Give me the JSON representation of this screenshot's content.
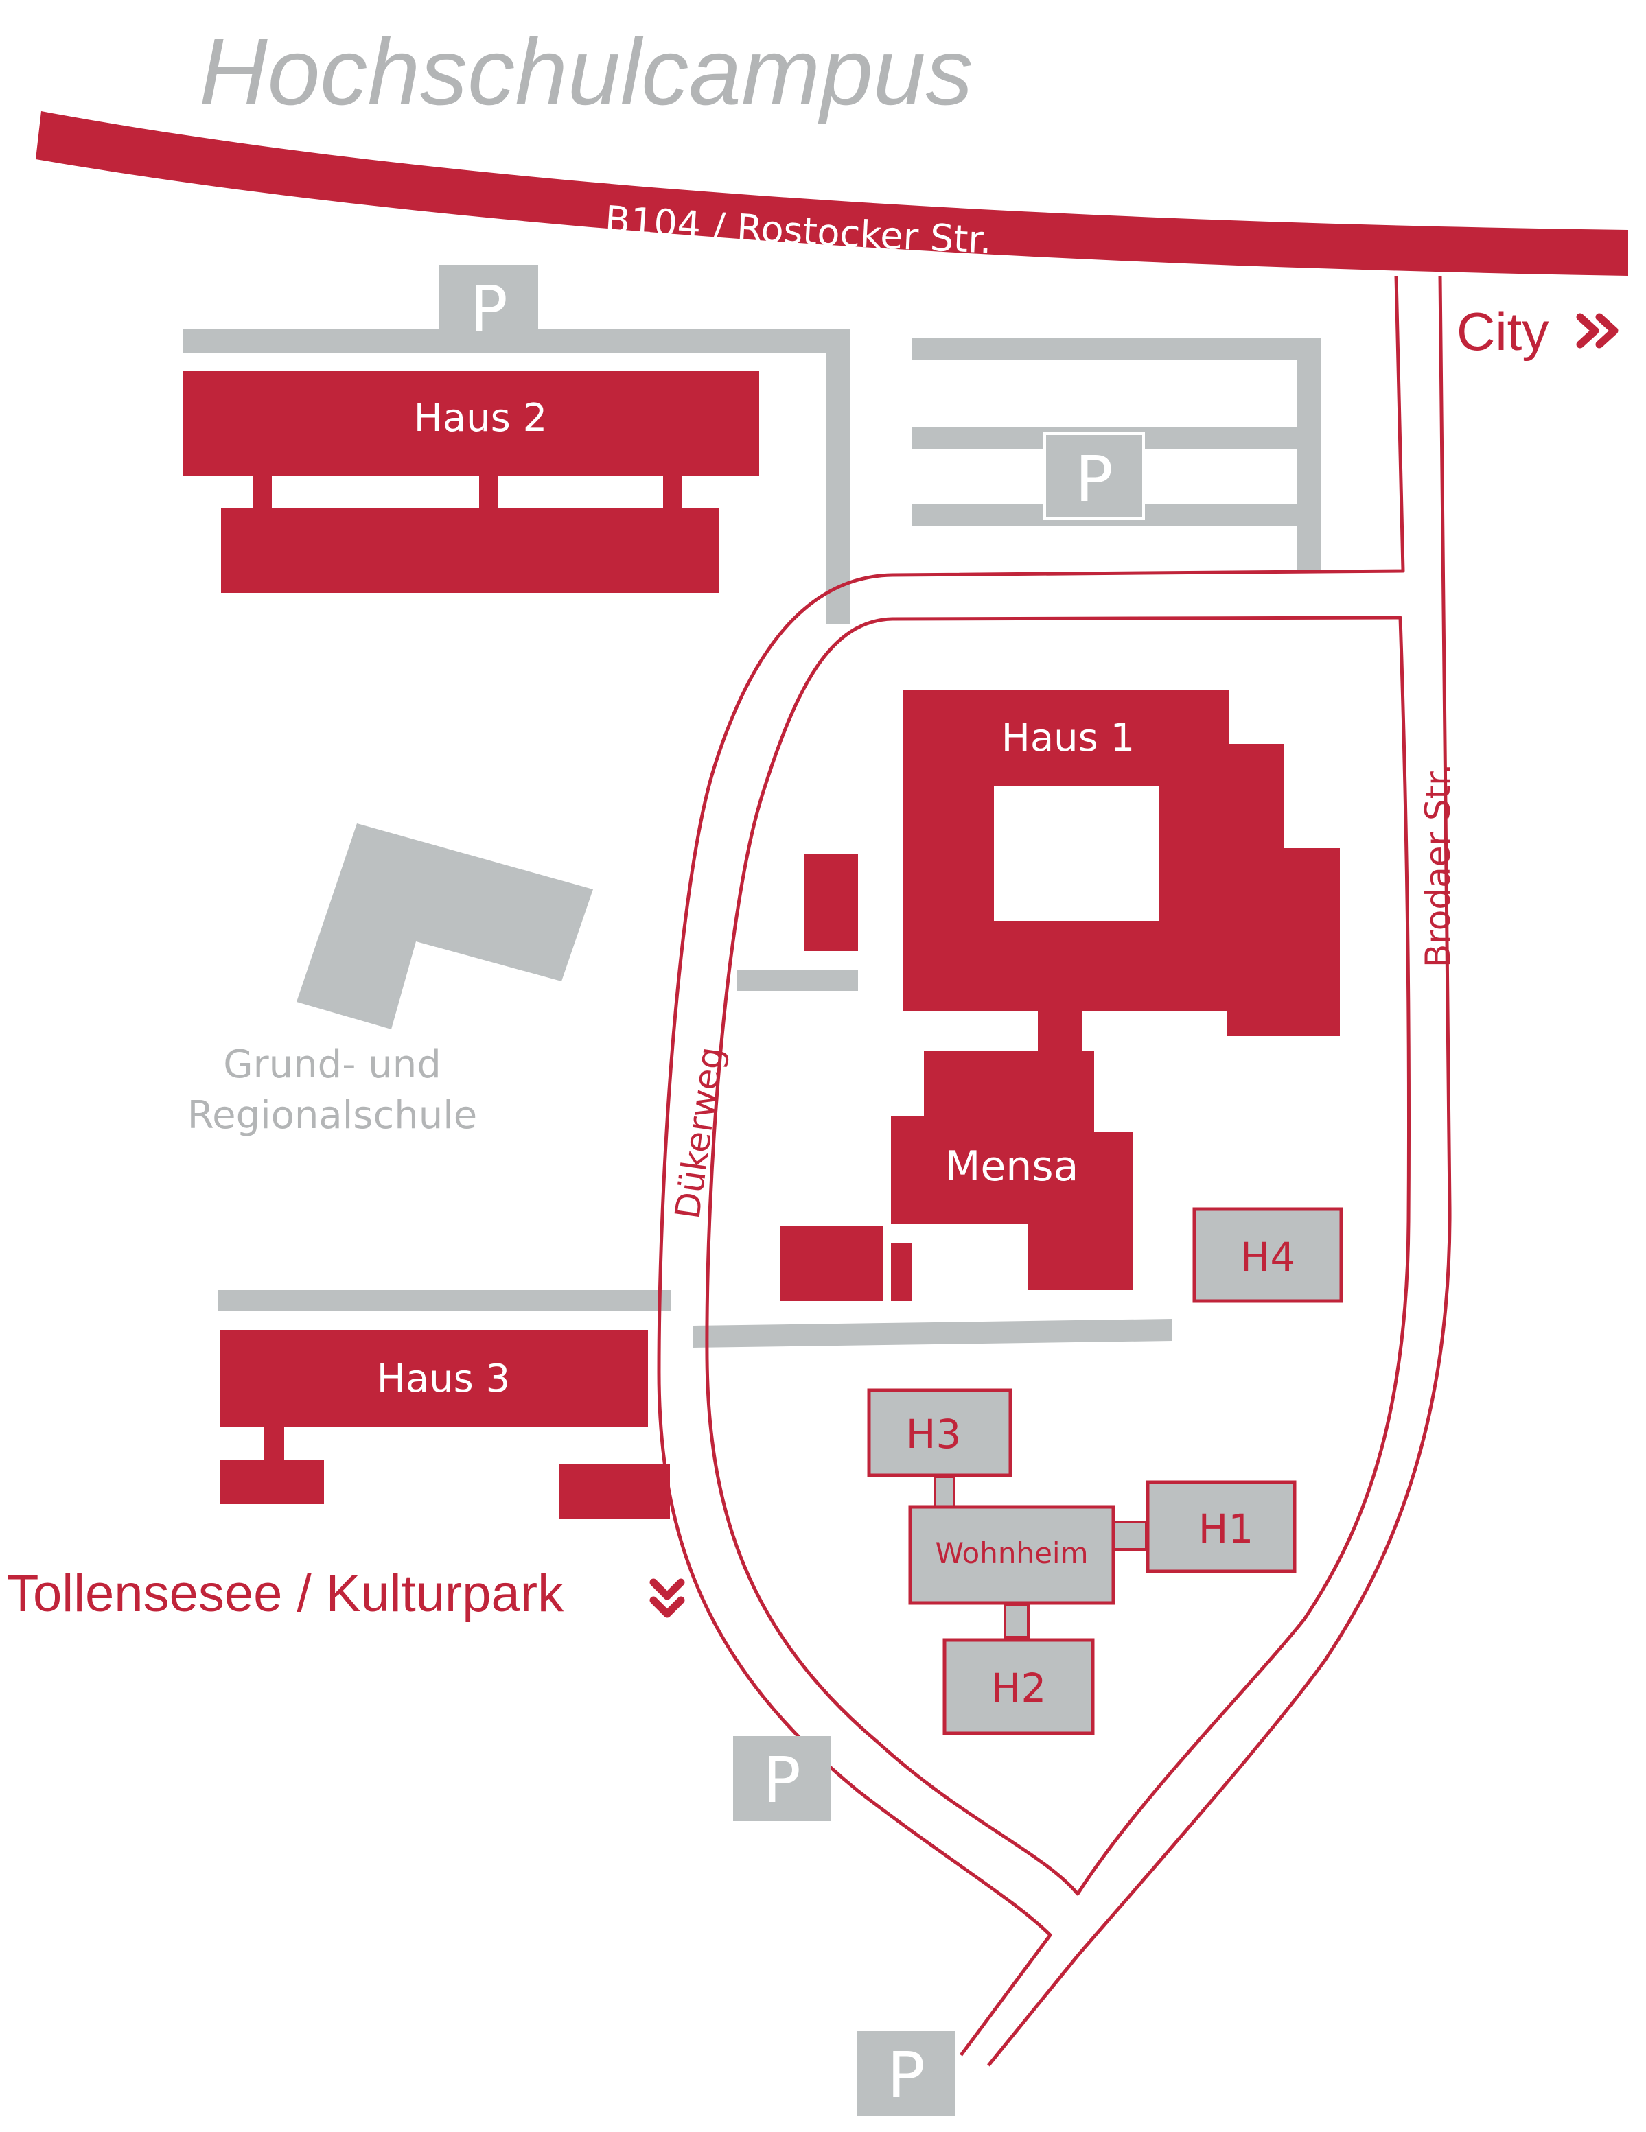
{
  "title": "Hochschulcampus",
  "colors": {
    "brand_red": "#c0243a",
    "gray": "#bcc0c1",
    "title_gray": "#b3b5b6",
    "white": "#ffffff"
  },
  "roads": {
    "main": "B104 / Rostocker Str.",
    "east": "Brodaer Str.",
    "west": "Dükerweg"
  },
  "directions": {
    "city": "City",
    "city_icon": "double-chevron-right-icon",
    "lake": "Tollensesee / Kulturpark",
    "lake_icon": "double-chevron-down-icon"
  },
  "buildings": {
    "haus1": "Haus 1",
    "haus2": "Haus 2",
    "haus3": "Haus 3",
    "mensa": "Mensa",
    "school_line1": "Grund- und",
    "school_line2": "Regionalschule"
  },
  "dorms": {
    "h1": "H1",
    "h2": "H2",
    "h3": "H3",
    "h4": "H4",
    "wohnheim": "Wohnheim"
  },
  "parking_label": "P"
}
